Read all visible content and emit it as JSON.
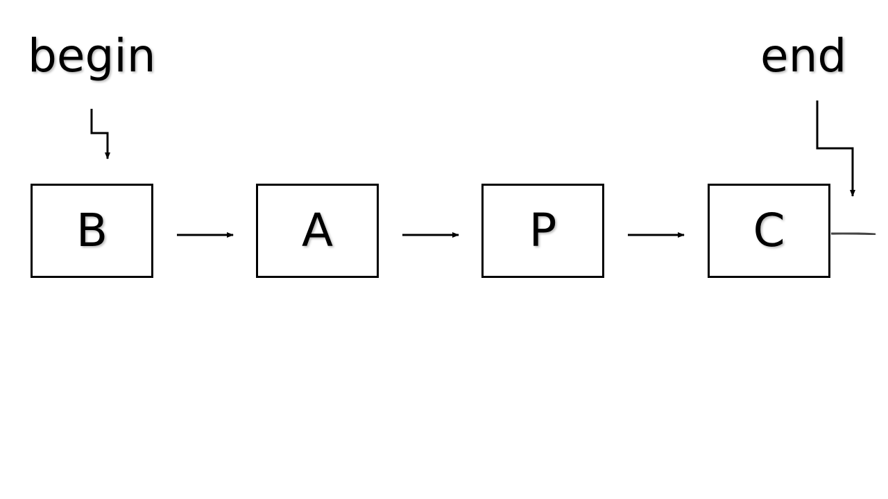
{
  "diagram": {
    "begin_label": "begin",
    "end_label": "end",
    "nodes": [
      {
        "label": "B"
      },
      {
        "label": "A"
      },
      {
        "label": "P"
      },
      {
        "label": "C"
      }
    ],
    "edges": [
      {
        "from": "B",
        "to": "A"
      },
      {
        "from": "A",
        "to": "P"
      },
      {
        "from": "P",
        "to": "C"
      }
    ],
    "pointers": [
      {
        "name": "begin",
        "target": "B"
      },
      {
        "name": "end",
        "target": "past C"
      }
    ],
    "colors": {
      "stroke": "#000000",
      "background": "#ffffff"
    }
  }
}
